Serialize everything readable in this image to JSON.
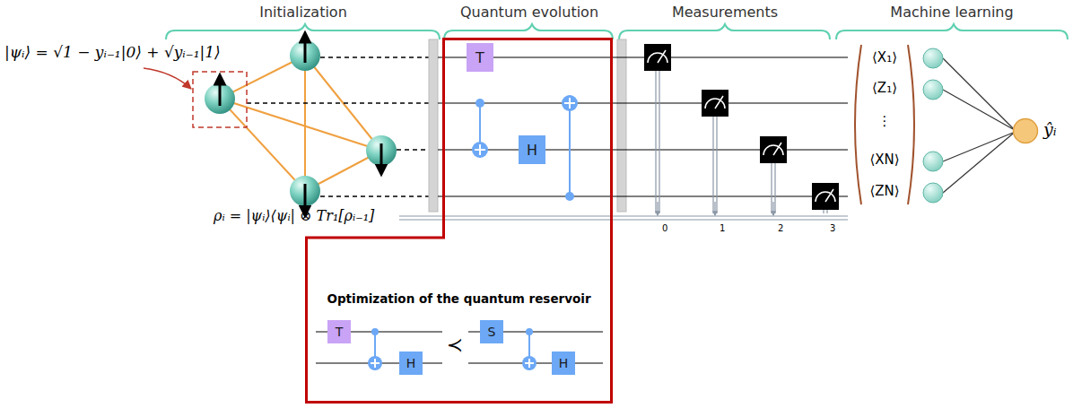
{
  "diagram": {
    "nodes": [
      {
        "text": [
          "Optimization of the quantum reservoir"
        ]
      },
      {
        "text": [
          "T"
        ],
        "in": 0
      },
      {
        "text": [
          "H"
        ],
        "in": 0
      },
      {
        "text": [
          "T"
        ],
        "in": 0
      },
      {
        "text": [
          "H"
        ],
        "in": 0
      },
      {
        "text": [
          "S"
        ],
        "in": 0
      },
      {
        "text": [
          "H"
        ],
        "in": 0
      },
      {
        "text": [
          "ŷᵢ"
        ]
      }
    ],
    "labels": [
      "Initialization",
      "Quantum evolution",
      "Measurements",
      "Machine learning",
      "|ψᵢ⟩ = √1 − yᵢ₋₁|0⟩ + √yᵢ₋₁|1⟩",
      "ρᵢ = |ψᵢ⟩⟨ψᵢ| ⊗ Tr₁[ρᵢ₋₁]",
      "≺",
      "0",
      "1",
      "2",
      "3",
      "⟨X₁⟩",
      "⟨Z₁⟩",
      "⋮",
      "⟨XN⟩",
      "⟨ZN⟩"
    ]
  }
}
